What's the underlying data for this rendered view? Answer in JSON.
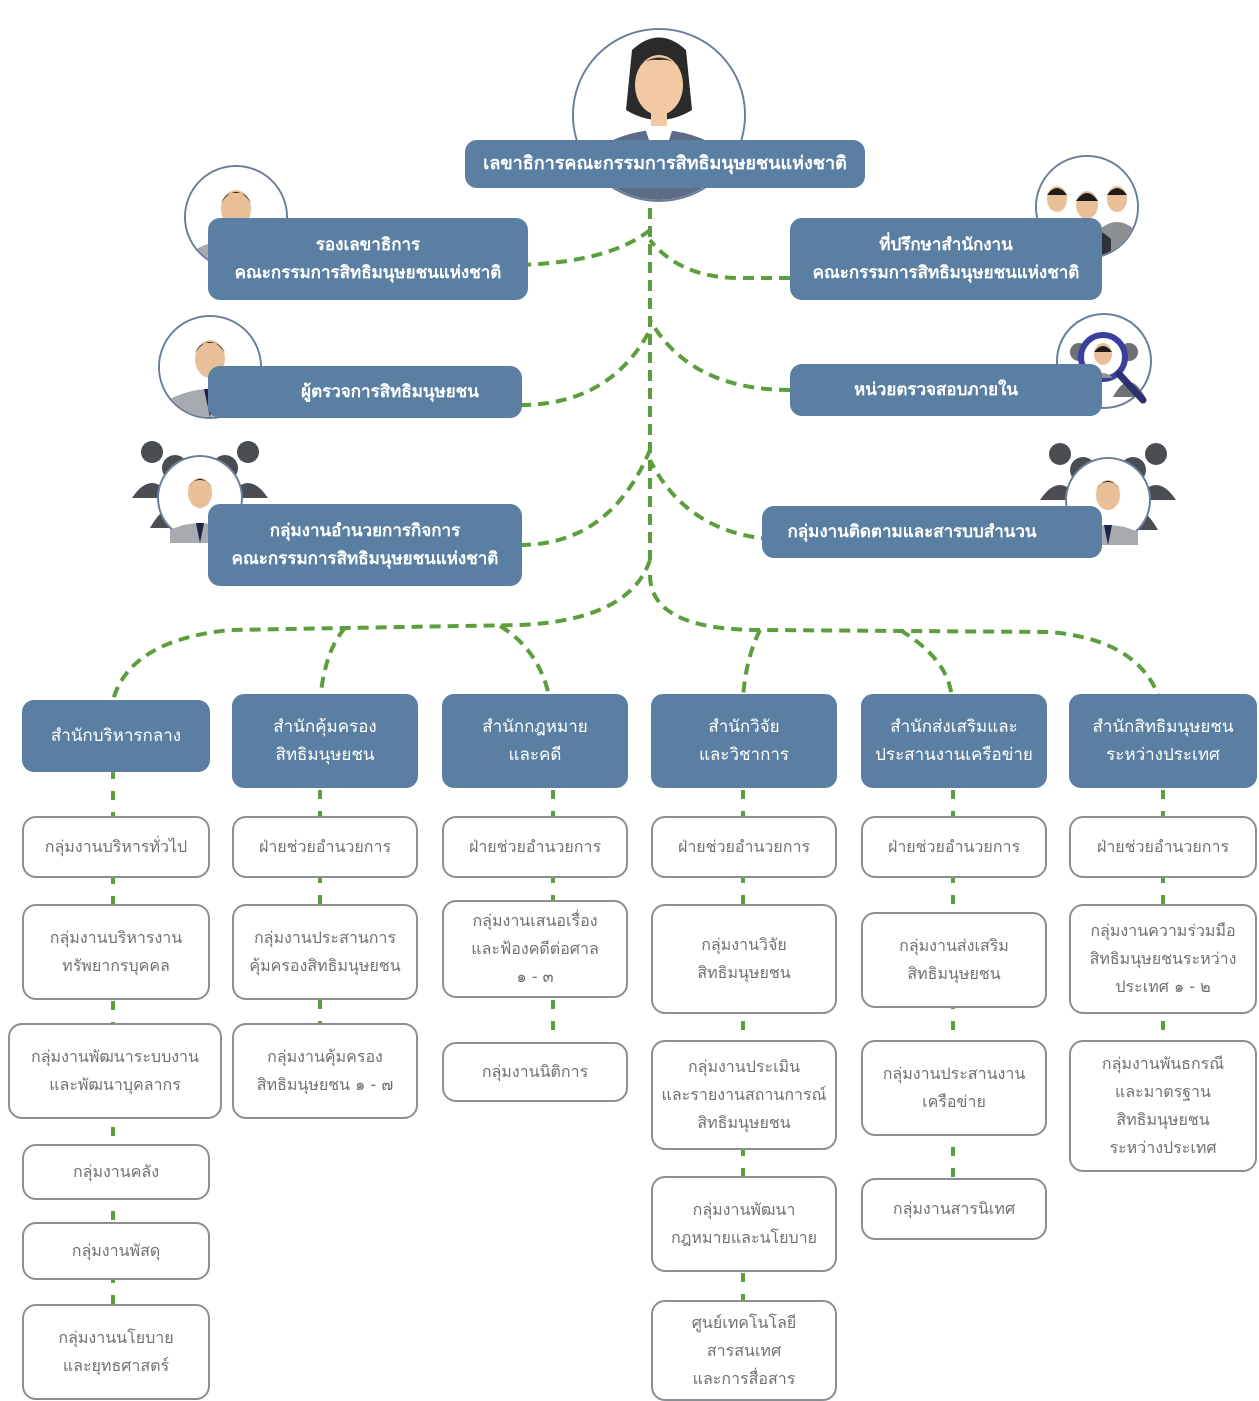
{
  "top": {
    "title": "เลขาธิการคณะกรรมการสิทธิมนุษยชนแห่งชาติ"
  },
  "left_units": [
    {
      "line1": "รองเลขาธิการ",
      "line2": "คณะกรรมการสิทธิมนุษยชนแห่งชาติ",
      "icon": "single-person-icon"
    },
    {
      "line1": "ผู้ตรวจการสิทธิมนุษยชน",
      "icon": "single-person-icon"
    },
    {
      "line1": "กลุ่มงานอำนวยการกิจการ",
      "line2": "คณะกรรมการสิทธิมนุษยชนแห่งชาติ",
      "icon": "crowd-icon"
    }
  ],
  "right_units": [
    {
      "line1": "ที่ปรึกษาสำนักงาน",
      "line2": "คณะกรรมการสิทธิมนุษยชนแห่งชาติ",
      "icon": "three-people-icon"
    },
    {
      "line1": "หน่วยตรวจสอบภายใน",
      "icon": "magnifier-person-icon"
    },
    {
      "line1": "กลุ่มงานติดตามและสารบบสำนวน",
      "icon": "crowd-icon"
    }
  ],
  "departments": [
    {
      "name": [
        "สำนักบริหารกลาง"
      ],
      "groups": [
        [
          "กลุ่มงานบริหารทั่วไป"
        ],
        [
          "กลุ่มงานบริหารงาน",
          "ทรัพยากรบุคคล"
        ],
        [
          "กลุ่มงานพัฒนาระบบงาน",
          "และพัฒนาบุคลากร"
        ],
        [
          "กลุ่มงานคลัง"
        ],
        [
          "กลุ่มงานพัสดุ"
        ],
        [
          "กลุ่มงานนโยบาย",
          "และยุทธศาสตร์"
        ]
      ]
    },
    {
      "name": [
        "สำนักคุ้มครอง",
        "สิทธิมนุษยชน"
      ],
      "groups": [
        [
          "ฝ่ายช่วยอำนวยการ"
        ],
        [
          "กลุ่มงานประสานการ",
          "คุ้มครองสิทธิมนุษยชน"
        ],
        [
          "กลุ่มงานคุ้มครอง",
          "สิทธิมนุษยชน ๑ - ๗"
        ]
      ]
    },
    {
      "name": [
        "สำนักกฎหมาย",
        "และคดี"
      ],
      "groups": [
        [
          "ฝ่ายช่วยอำนวยการ"
        ],
        [
          "กลุ่มงานเสนอเรื่อง",
          "และฟ้องคดีต่อศาล",
          "๑ - ๓"
        ],
        [
          "กลุ่มงานนิติการ"
        ]
      ]
    },
    {
      "name": [
        "สำนักวิจัย",
        "และวิชาการ"
      ],
      "groups": [
        [
          "ฝ่ายช่วยอำนวยการ"
        ],
        [
          "กลุ่มงานวิจัย",
          "สิทธิมนุษยชน"
        ],
        [
          "กลุ่มงานประเมิน",
          "และรายงานสถานการณ์",
          "สิทธิมนุษยชน"
        ],
        [
          "กลุ่มงานพัฒนา",
          "กฎหมายและนโยบาย"
        ],
        [
          "ศูนย์เทคโนโลยี",
          "สารสนเทศ",
          "และการสื่อสาร"
        ]
      ]
    },
    {
      "name": [
        "สำนักส่งเสริมและ",
        "ประสานงานเครือข่าย"
      ],
      "groups": [
        [
          "ฝ่ายช่วยอำนวยการ"
        ],
        [
          "กลุ่มงานส่งเสริม",
          "สิทธิมนุษยชน"
        ],
        [
          "กลุ่มงานประสานงาน",
          "เครือข่าย"
        ],
        [
          "กลุ่มงานสารนิเทศ"
        ]
      ]
    },
    {
      "name": [
        "สำนักสิทธิมนุษยชน",
        "ระหว่างประเทศ"
      ],
      "groups": [
        [
          "ฝ่ายช่วยอำนวยการ"
        ],
        [
          "กลุ่มงานความร่วมมือ",
          "สิทธิมนุษยชนระหว่าง",
          "ประเทศ ๑ - ๒"
        ],
        [
          "กลุ่มงานพันธกรณี",
          "และมาตรฐาน",
          "สิทธิมนุษยชน",
          "ระหว่างประเทศ"
        ]
      ]
    }
  ],
  "colors": {
    "box_blue": "#5b7fa3",
    "connector_green": "#5c9e3d",
    "sub_border": "#8b8f94",
    "sub_text": "#6f7175"
  }
}
